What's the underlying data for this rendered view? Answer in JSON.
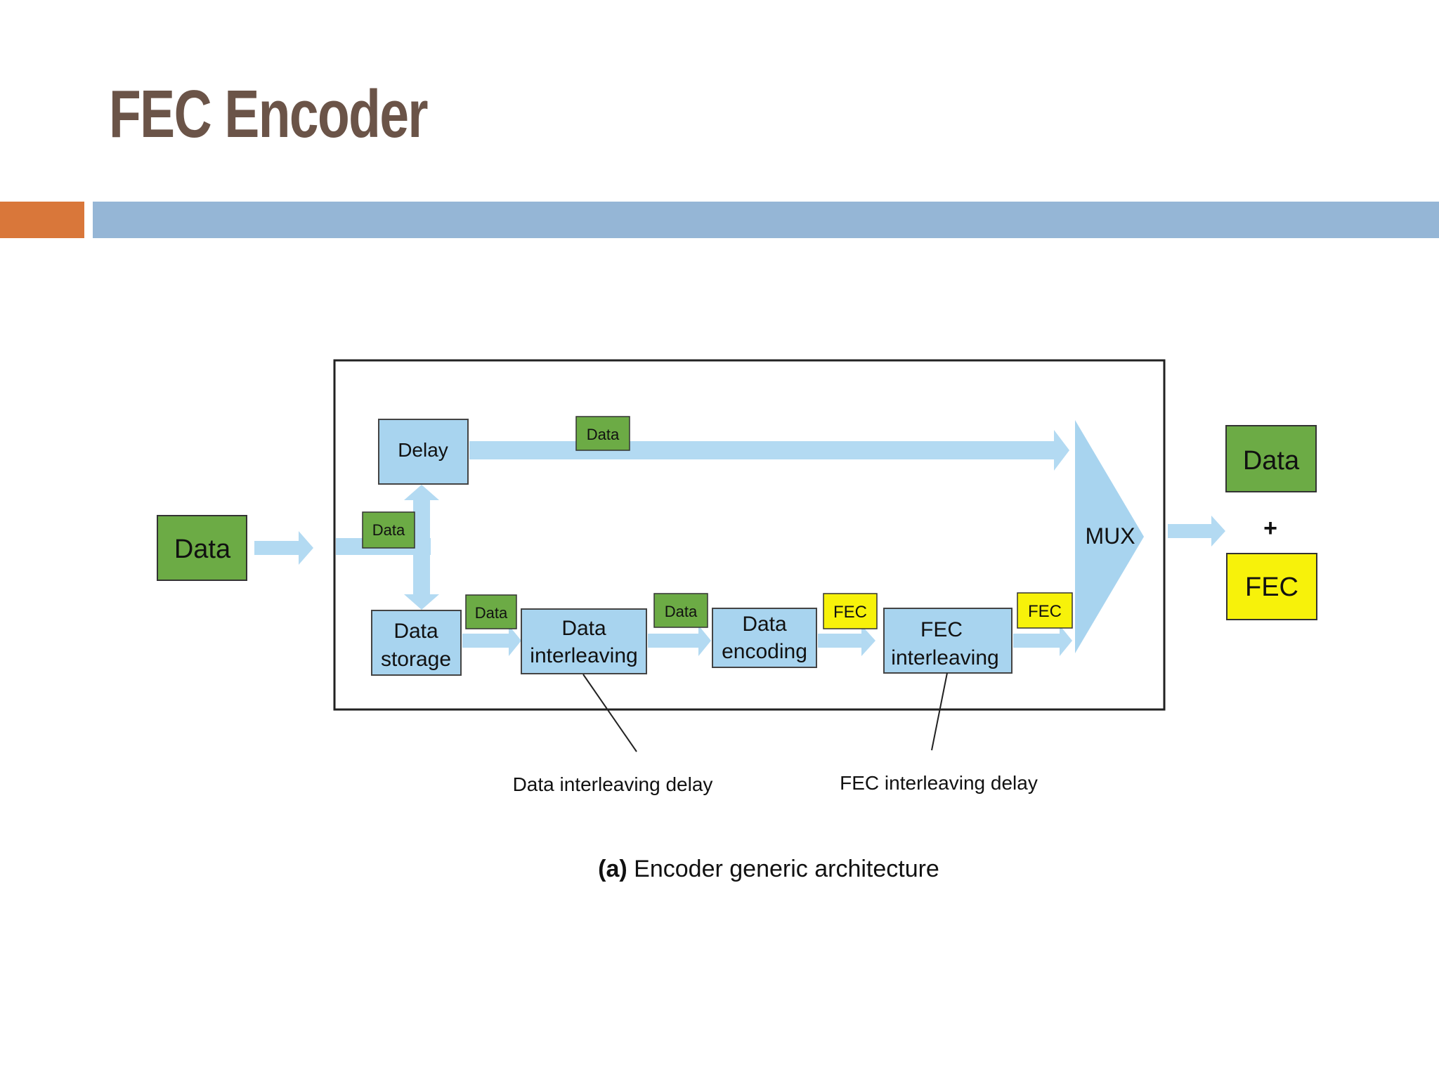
{
  "slide": {
    "title": "FEC Encoder"
  },
  "colors": {
    "title": "#6b5448",
    "accent_orange": "#d9773a",
    "accent_blue": "#95b6d6",
    "box_blue": "#a8d4ef",
    "arrow_blue": "#b3daf2",
    "data_green": "#6cab45",
    "fec_yellow": "#f7f20a"
  },
  "diagram": {
    "input_label": "Data",
    "blocks": {
      "delay": "Delay",
      "data_storage": [
        "Data",
        "storage"
      ],
      "data_interleaving": [
        "Data",
        "interleaving"
      ],
      "data_encoding": [
        "Data",
        "encoding"
      ],
      "fec_interleaving": [
        "FEC",
        "interleaving"
      ],
      "mux": "MUX"
    },
    "tags": {
      "top_path": "Data",
      "splitter": "Data",
      "after_storage": "Data",
      "after_interleaving": "Data",
      "after_encoding": "FEC",
      "after_fec_interleaving": "FEC"
    },
    "output": {
      "data": "Data",
      "plus": "+",
      "fec": "FEC"
    },
    "annotations": {
      "data_interleaving_delay": "Data interleaving delay",
      "fec_interleaving_delay": "FEC interleaving delay"
    },
    "caption": {
      "prefix": "(a)",
      "text": " Encoder generic architecture"
    }
  }
}
